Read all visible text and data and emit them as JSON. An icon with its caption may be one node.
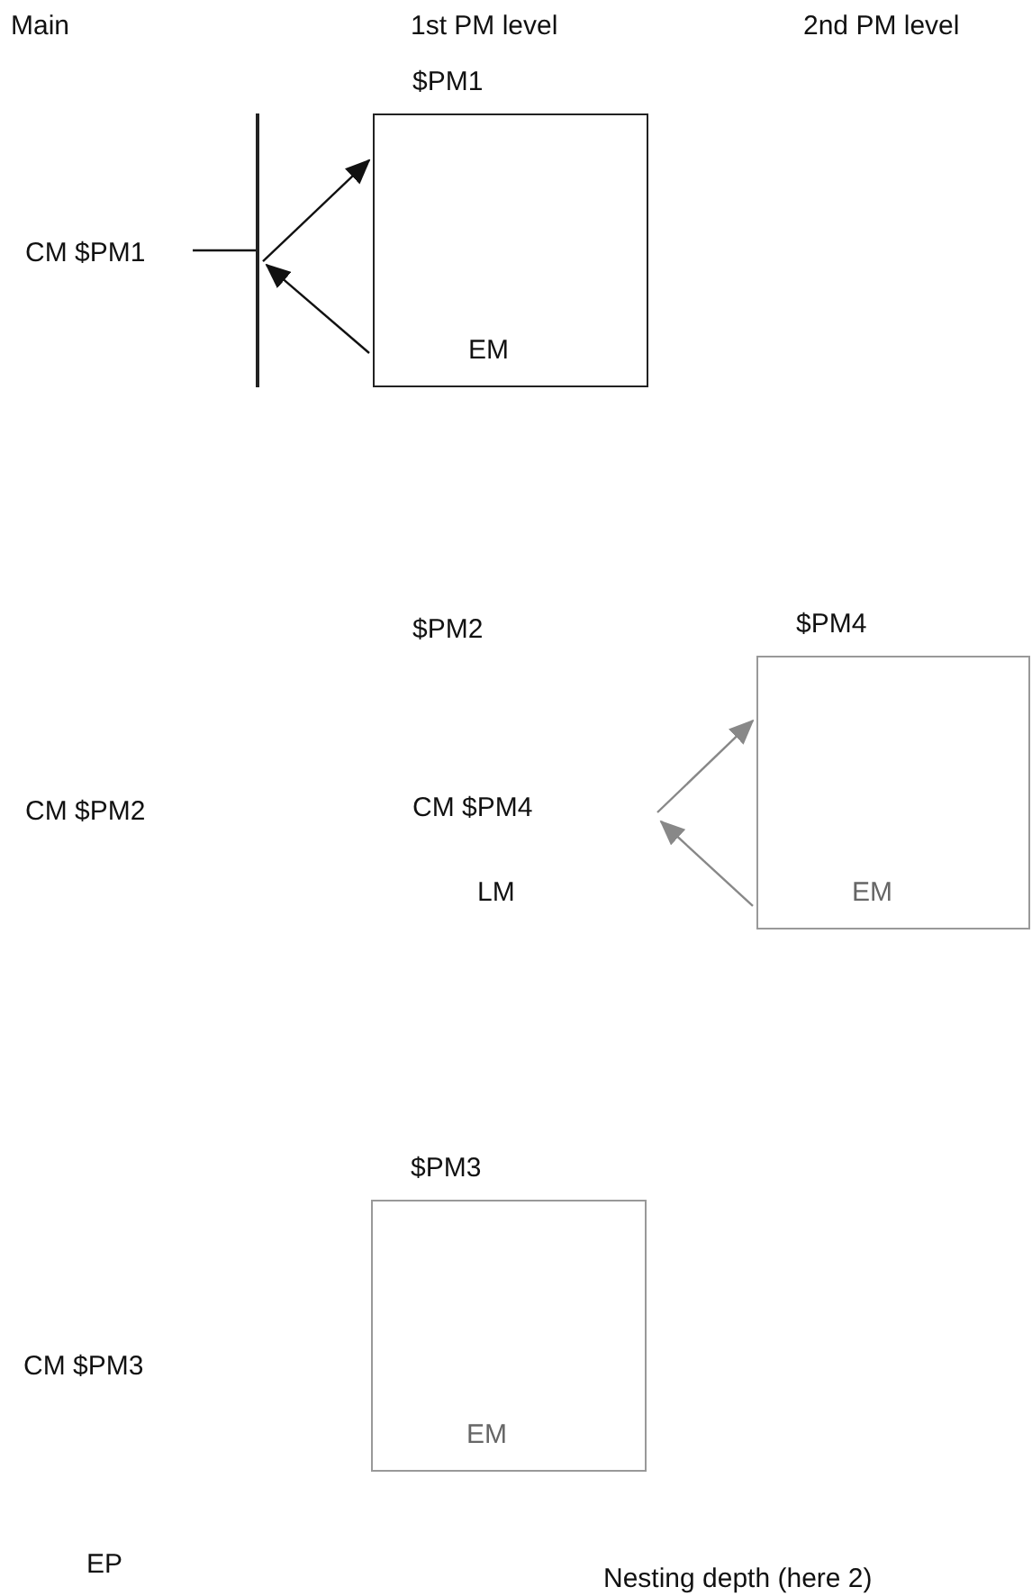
{
  "diagram": {
    "nodes": [
      {
        "text": [
          "$PM1",
          "EM"
        ]
      },
      {
        "text": [
          "CM $PM1"
        ]
      },
      {
        "text": [],
        "shape": "bar"
      },
      {
        "text": [
          "$PM4",
          "EM"
        ]
      },
      {
        "text": [
          "$PM3",
          "EM"
        ]
      }
    ],
    "edges": [
      {
        "from": 1,
        "to": 2,
        "arrow": "none"
      },
      {
        "from": 2,
        "to": 0,
        "arrow": "to"
      },
      {
        "from": 0,
        "to": 2,
        "arrow": "to"
      },
      {
        "from": null,
        "to": 3,
        "arrow": "to",
        "color": "#888888"
      },
      {
        "from": 3,
        "to": null,
        "arrow": "to",
        "color": "#888888"
      }
    ],
    "labels": [
      "Main",
      "1st PM level",
      "2nd PM level",
      "$PM2",
      "CM $PM2",
      "CM $PM4",
      "LM",
      "CM $PM3",
      "EP",
      "Nesting depth (here 2)"
    ]
  }
}
